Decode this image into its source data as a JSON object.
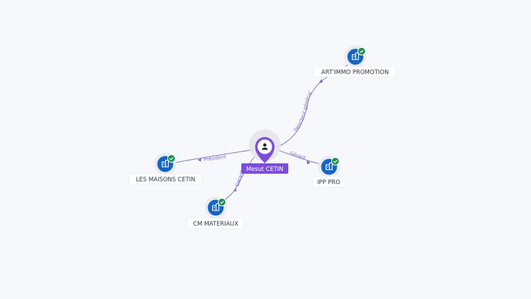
{
  "colors": {
    "company_icon": "#1565c0",
    "check_badge": "#1e8e4e",
    "person_pin": "#7c4ddb",
    "edge": "#6b6fa8",
    "edge_label": "#7b68c9"
  },
  "center": {
    "name": "Mesut CETIN",
    "icon": "person-icon"
  },
  "companies": [
    {
      "id": "art",
      "name": "ART'IMMO PROMOTION",
      "relation": "Directeur général",
      "icon": "company-icon",
      "verified": true
    },
    {
      "id": "ipp",
      "name": "IPP PRO",
      "relation": "Gérant",
      "icon": "company-icon",
      "verified": true
    },
    {
      "id": "maisons",
      "name": "LES MAISONS CETIN",
      "relation": "Président",
      "icon": "company-icon",
      "verified": true
    },
    {
      "id": "cm",
      "name": "CM MATERIAUX",
      "relation": "Gérant",
      "icon": "company-icon",
      "verified": true
    }
  ]
}
